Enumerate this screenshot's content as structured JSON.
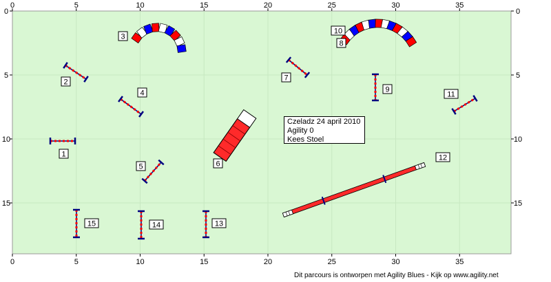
{
  "course": {
    "field_color": "#d9f7d3",
    "x_ticks": [
      "0",
      "5",
      "10",
      "15",
      "20",
      "25",
      "30",
      "35"
    ],
    "y_ticks": [
      "0",
      "5",
      "10",
      "15"
    ],
    "obstacle_numbers": [
      "1",
      "2",
      "3",
      "4",
      "5",
      "6",
      "7",
      "8",
      "9",
      "10",
      "11",
      "12",
      "13",
      "14",
      "15"
    ],
    "jump_colors": {
      "pole": "#ff0000",
      "standard": "#000080"
    },
    "tunnel_colors": [
      "#ff0000",
      "#ffffff",
      "#0000ff"
    ]
  },
  "info": {
    "line1": "Czeladz 24 april 2010",
    "line2": "Agility 0",
    "line3": "Kees Stoel"
  },
  "footer": "Dit parcours is ontworpen met Agility Blues - Kijk op www.agility.net"
}
